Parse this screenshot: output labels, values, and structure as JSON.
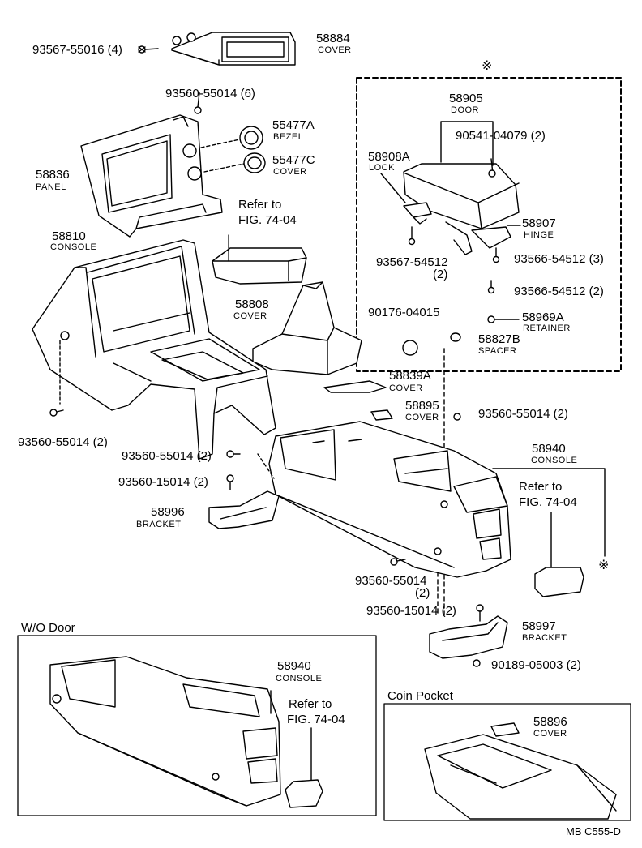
{
  "diagram": {
    "figure_code": "MB  C555-D",
    "star_mark": "※",
    "sections": {
      "wo_door": "W/O Door",
      "coin_pocket": "Coin Pocket"
    },
    "labels": {
      "p93567_55016": "93567-55016 (4)",
      "p58884": "58884",
      "n58884": "COVER",
      "p93560_55014_6": "93560-55014 (6)",
      "p55477A": "55477A",
      "n55477A": "BEZEL",
      "p55477C": "55477C",
      "n55477C": "COVER",
      "p58836": "58836",
      "n58836": "PANEL",
      "ref1_line1": "Refer to",
      "ref1_line2": "FIG. 74-04",
      "p58810": "58810",
      "n58810": "CONSOLE",
      "p58808": "58808",
      "n58808": "COVER",
      "p58905": "58905",
      "n58905": "DOOR",
      "p90541": "90541-04079 (2)",
      "p58908A": "58908A",
      "n58908A": "LOCK",
      "p58907": "58907",
      "n58907": "HINGE",
      "p93567_54512": "93567-54512",
      "p93567_54512_qty": "(2)",
      "p93566_3": "93566-54512 (3)",
      "p93566_2": "93566-54512 (2)",
      "p90176": "90176-04015",
      "p58969A": "58969A",
      "n58969A": "RETAINER",
      "p58827B": "58827B",
      "n58827B": "SPACER",
      "p58839A": "58839A",
      "n58839A": "COVER",
      "p58895": "58895",
      "n58895": "COVER",
      "p93560_55014_r": "93560-55014 (2)",
      "p93560_55014_l": "93560-55014 (2)",
      "p93560_55014_mid": "93560-55014 (2)",
      "p93560_15014_mid": "93560-15014 (2)",
      "p58940": "58940",
      "n58940": "CONSOLE",
      "ref2_line1": "Refer to",
      "ref2_line2": "FIG. 74-04",
      "p58996": "58996",
      "n58996": "BRACKET",
      "p93560_55014_low": "93560-55014",
      "p93560_55014_low_qty": "(2)",
      "p93560_15014_low": "93560-15014 (2)",
      "p58997": "58997",
      "n58997": "BRACKET",
      "p90189": "90189-05003 (2)",
      "p58940b": "58940",
      "n58940b": "CONSOLE",
      "ref3_line1": "Refer to",
      "ref3_line2": "FIG. 74-04",
      "p58896": "58896",
      "n58896": "COVER"
    }
  }
}
